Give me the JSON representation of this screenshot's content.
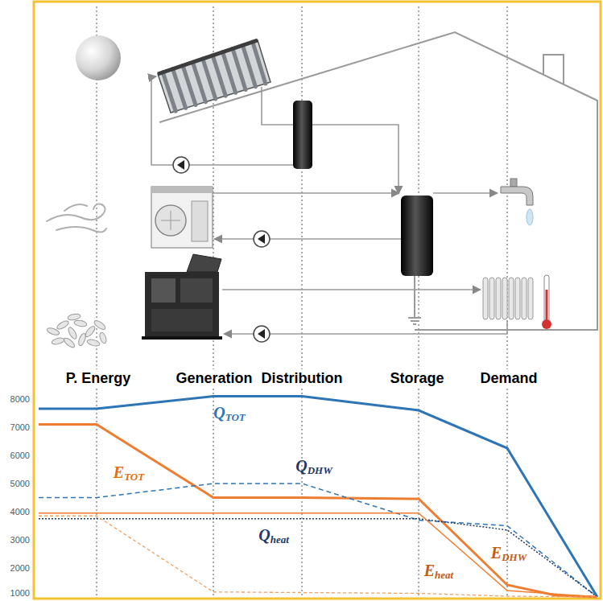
{
  "diagram": {
    "labels": [
      "P. Energy",
      "Generation",
      "Distribution",
      "Storage",
      "Demand",
      "8000",
      "7000",
      "6000",
      "5000",
      "4000",
      "3000",
      "2000",
      "1000",
      "QTOT",
      "ETOT",
      "QDHW",
      "Qheat",
      "EDHW",
      "Eheat"
    ]
  }
}
